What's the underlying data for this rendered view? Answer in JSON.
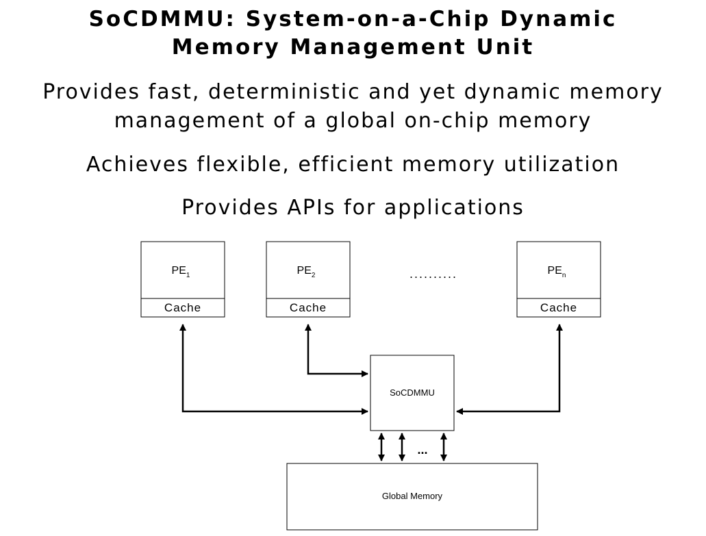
{
  "title": {
    "line1": "SoCDMMU: System-on-a-Chip Dynamic",
    "line2": "Memory Management Unit"
  },
  "bullets": [
    {
      "line1": "Provides fast, deterministic and yet dynamic memory",
      "line2": "management of a global on-chip memory"
    },
    {
      "line1": "Achieves flexible, efficient memory utilization"
    },
    {
      "line1": "Provides APIs for applications"
    }
  ],
  "diagram": {
    "pes": [
      {
        "label": "PE",
        "subscript": "1",
        "cache_label": "Cache"
      },
      {
        "label": "PE",
        "subscript": "2",
        "cache_label": "Cache"
      },
      {
        "label": "PE",
        "subscript": "n",
        "cache_label": "Cache"
      }
    ],
    "pe_ellipsis": "..........",
    "socdmmu_label": "SoCDMMU",
    "bus_ellipsis": "...",
    "global_memory_label": "Global Memory"
  }
}
